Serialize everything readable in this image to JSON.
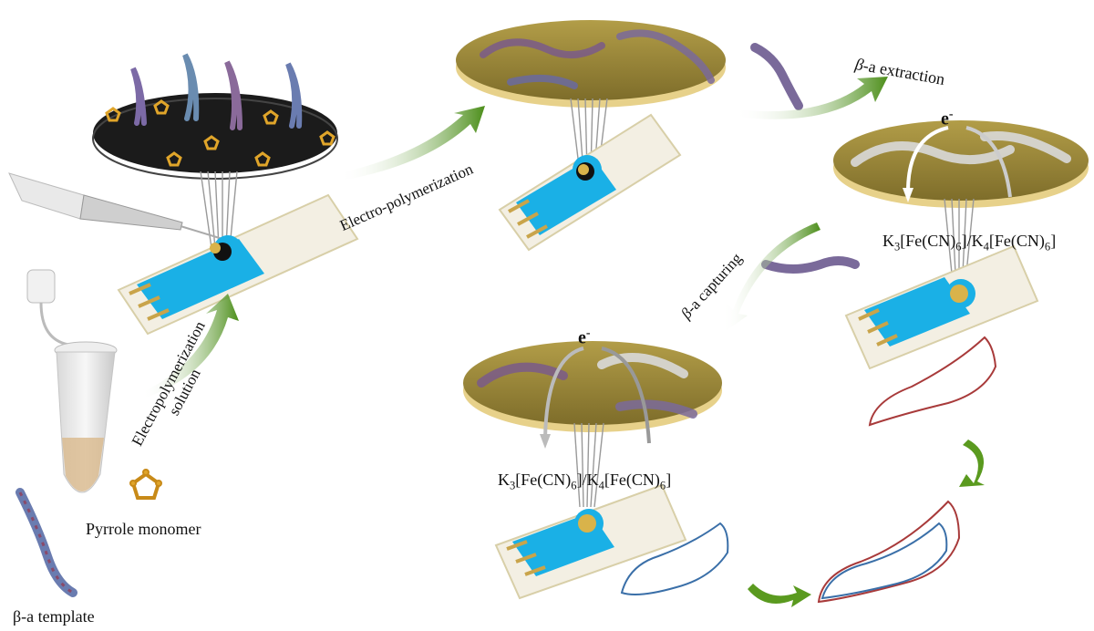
{
  "labels": {
    "pyrrole_monomer": "Pyrrole monomer",
    "template": "β-a template",
    "electro_polymerization": "Electro-polymerization",
    "extraction_symbol": "β",
    "extraction_text": "-a extraction",
    "capturing_symbol": "β",
    "capturing_text": "-a capturing",
    "solution_line1": "Electropolymerization",
    "solution_line2": "solution",
    "electron": "e",
    "electron_charge": "-"
  },
  "redox_probe": {
    "k3": "K",
    "k3_sub": "3",
    "fe_cn": "[Fe(CN)",
    "fe_cn_sub": "6",
    "separator": "]/K",
    "k4_sub": "4",
    "fe_cn2": "[Fe(CN)",
    "fe_cn2_sub": "6",
    "close": "]"
  },
  "colors": {
    "arrow_green": "#5a9a1f",
    "electrode_blue": "#1ab0e6",
    "disk_gold": "#9c8a3a",
    "disk_black": "#1b1b1b",
    "cv_red": "#a83a3a",
    "cv_blue": "#3a6fa8"
  }
}
